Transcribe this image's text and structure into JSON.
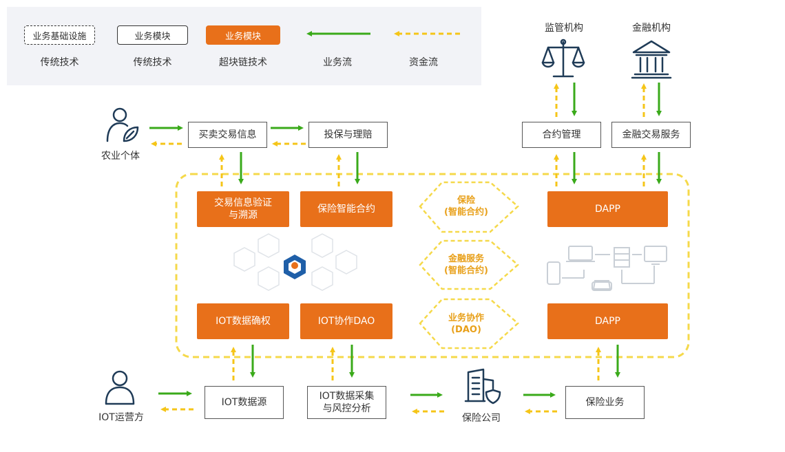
{
  "legend": {
    "items": [
      {
        "box": "业务基础设施",
        "caption": "传统技术"
      },
      {
        "box": "业务模块",
        "caption": "传统技术"
      },
      {
        "box": "业务模块",
        "caption": "超块链技术"
      },
      {
        "caption": "业务流"
      },
      {
        "caption": "资金流"
      }
    ]
  },
  "colors": {
    "orange": "#e8701a",
    "green": "#3aaa1a",
    "yellow": "#f5c518",
    "dashed_frame": "#f5d94a"
  },
  "actors": {
    "farmer": "农业个体",
    "iot_operator": "IOT运营方",
    "regulator": "监管机构",
    "financial": "金融机构",
    "insurer": "保险公司"
  },
  "top_boxes": {
    "trade_info": "买卖交易信息",
    "insure_claim": "投保与理赔",
    "contract_mgmt": "合约管理",
    "fin_trade_service": "金融交易服务"
  },
  "chain_modules": {
    "verify": [
      "交易信息验证",
      "与溯源"
    ],
    "smart_contract": "保险智能合约",
    "iot_rights": "IOT数据确权",
    "iot_dao": "IOT协作DAO",
    "dapp_top": "DAPP",
    "dapp_bottom": "DAPP"
  },
  "hexes": {
    "h1": [
      "保险",
      "(智能合约)"
    ],
    "h2": [
      "金融服务",
      "(智能合约)"
    ],
    "h3": [
      "业务协作",
      "(DAO)"
    ]
  },
  "bottom_boxes": {
    "iot_source": "IOT数据源",
    "iot_collect": [
      "IOT数据采集",
      "与风控分析"
    ],
    "insurance_biz": "保险业务"
  }
}
